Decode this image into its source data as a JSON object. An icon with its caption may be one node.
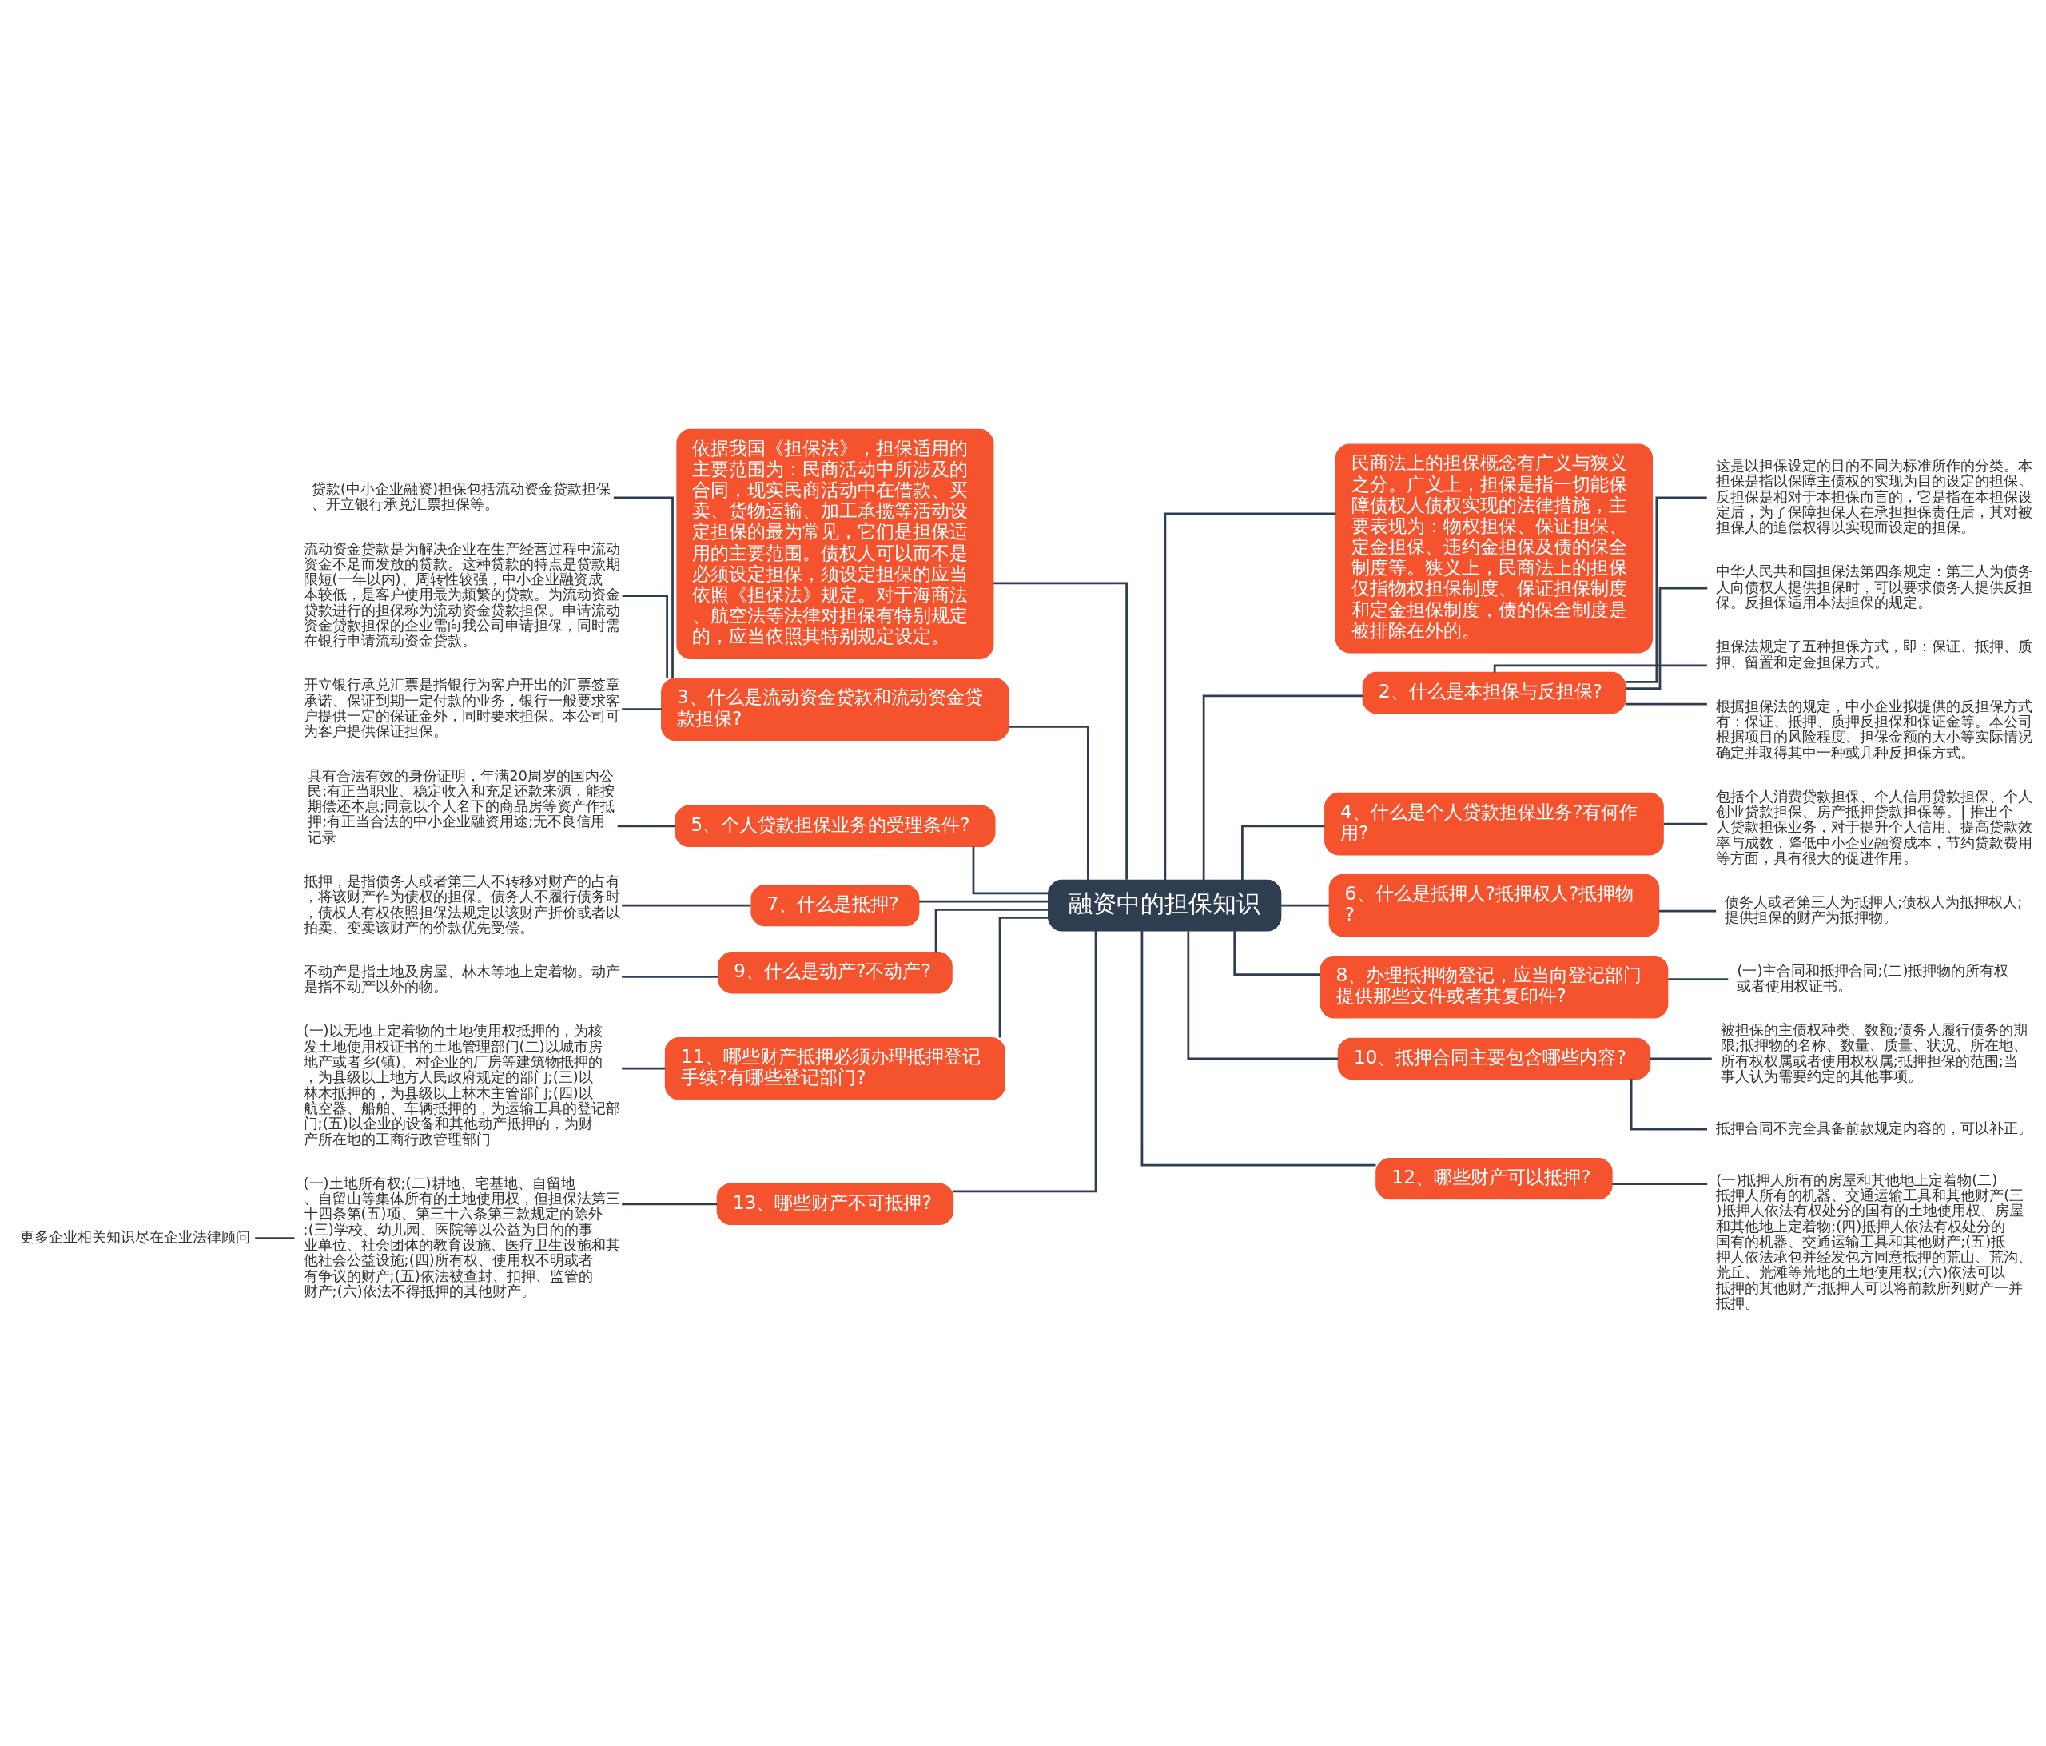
{
  "diagram": {
    "nodes": [
      {
        "text": [
          "融资中的担保知识"
        ]
      },
      {
        "text": [
          "民商法上的担保概念有广义与狭义之分。广义上，担保是指一切能保障债权人债权实现的法律措施，主要表现为：物权担保、保证担保、定金担保、违约金担保及债的保全制度等。狭义上，民商法上的担保仅指物权担保制度、保证担保制度和定金担保制度，债的保全制度是被排除在外的。"
        ]
      },
      {
        "text": [
          "2、什么是本担保与反担保?"
        ]
      },
      {
        "text": [
          "这是以担保设定的目的不同为标准所作的分类。本担保是指以保障主债权的实现为目的设定的担保。反担保是相对于本担保而言的，它是指在本担保设定后，为了保障担保人在承担担保责任后，其对被担保人的追偿权得以实现而设定的担保。"
        ]
      },
      {
        "text": [
          "中华人民共和国担保法第四条规定：第三人为债务人向债权人提供担保时，可以要求债务人提供反担保。反担保适用本法担保的规定。"
        ]
      },
      {
        "text": [
          "担保法规定了五种担保方式，即：保证、抵押、质押、留置和定金担保方式。"
        ]
      },
      {
        "text": [
          "根据担保法的规定，中小企业拟提供的反担保方式有：保证、抵押、质押反担保和保证金等。本公司根据项目的风险程度、担保金额的大小等实际情况确定并取得其中一种或几种反担保方式。"
        ]
      },
      {
        "text": [
          "4、什么是个人贷款担保业务?有何作用?"
        ]
      },
      {
        "text": [
          "包括个人消费贷款担保、个人信用贷款担保、个人创业贷款担保、房产抵押贷款担保等。| 推出个人贷款担保业务，对于提升个人信用、提高贷款效率与成数，降低中小企业融资成本，节约贷款费用等方面，具有很大的促进作用。"
        ]
      },
      {
        "text": [
          "6、什么是抵押人?抵押权人?抵押物?"
        ]
      },
      {
        "text": [
          "债务人或者第三人为抵押人;债权人为抵押权人;提供担保的财产为抵押物。"
        ]
      },
      {
        "text": [
          "8、办理抵押物登记，应当向登记部门提供那些文件或者其复印件?"
        ]
      },
      {
        "text": [
          "(一)主合同和抵押合同;(二)抵押物的所有权或者使用权证书。"
        ]
      },
      {
        "text": [
          "10、抵押合同主要包含哪些内容?"
        ]
      },
      {
        "text": [
          "被担保的主债权种类、数额;债务人履行债务的期限;抵押物的名称、数量、质量、状况、所在地、所有权权属或者使用权权属;抵押担保的范围;当事人认为需要约定的其他事项。"
        ]
      },
      {
        "text": [
          "抵押合同不完全具备前款规定内容的，可以补正。"
        ]
      },
      {
        "text": [
          "12、哪些财产可以抵押?"
        ]
      },
      {
        "text": [
          "(一)抵押人所有的房屋和其他地上定着物(二)抵押人所有的机器、交通运输工具和其他财产(三)抵押人依法有权处分的国有的土地使用权、房屋和其他地上定着物;(四)抵押人依法有权处分的国有的机器、交通运输工具和其他财产;(五)抵押人依法承包并经发包方同意抵押的荒山、荒沟、荒丘、荒滩等荒地的土地使用权;(六)依法可以抵押的其他财产;抵押人可以将前款所列财产一并抵押。"
        ]
      },
      {
        "text": [
          "依据我国《担保法》，担保适用的主要范围为：民商活动中所涉及的合同，现实民商活动中在借款、买卖、货物运输、加工承揽等活动设定担保的最为常见，它们是担保适用的主要范围。债权人可以而不是必须设定担保，须设定担保的应当依照《担保法》规定。对于海商法、航空法等法律对担保有特别规定的，应当依照其特别规定设定。"
        ]
      },
      {
        "text": [
          "3、什么是流动资金贷款和流动资金贷款担保?"
        ]
      },
      {
        "text": [
          "贷款(中小企业融资)担保包括流动资金贷款担保、开立银行承兑汇票担保等。"
        ]
      },
      {
        "text": [
          "流动资金贷款是为解决企业在生产经营过程中流动资金不足而发放的贷款。这种贷款的特点是贷款期限短(一年以内)、周转性较强，中小企业融资成本较低，是客户使用最为频繁的贷款。为流动资金贷款进行的担保称为流动资金贷款担保。申请流动资金贷款担保的企业需向我公司申请担保，同时需在银行申请流动资金贷款。"
        ]
      },
      {
        "text": [
          "开立银行承兑汇票是指银行为客户开出的汇票签章承诺、保证到期一定付款的业务，银行一般要求客户提供一定的保证金外，同时要求担保。本公司可为客户提供保证担保。"
        ]
      },
      {
        "text": [
          "5、个人贷款担保业务的受理条件?"
        ]
      },
      {
        "text": [
          "具有合法有效的身份证明，年满20周岁的国内公民;有正当职业、稳定收入和充足还款来源，能按期偿还本息;同意以个人名下的商品房等资产作抵押;有正当合法的中小企业融资用途;无不良信用记录"
        ]
      },
      {
        "text": [
          "7、什么是抵押?"
        ]
      },
      {
        "text": [
          "抵押，是指债务人或者第三人不转移对财产的占有，将该财产作为债权的担保。债务人不履行债务时，债权人有权依照担保法规定以该财产折价或者以拍卖、变卖该财产的价款优先受偿。"
        ]
      },
      {
        "text": [
          "9、什么是动产?不动产?"
        ]
      },
      {
        "text": [
          "不动产是指土地及房屋、林木等地上定着物。动产是指不动产以外的物。"
        ]
      },
      {
        "text": [
          "11、哪些财产抵押必须办理抵押登记手续?有哪些登记部门?"
        ]
      },
      {
        "text": [
          "(一)以无地上定着物的土地使用权抵押的，为核发土地使用权证书的土地管理部门(二)以城市房地产或者乡(镇)、村企业的厂房等建筑物抵押的，为县级以上地方人民政府规定的部门;(三)以林木抵押的，为县级以上林木主管部门;(四)以航空器、船舶、车辆抵押的，为运输工具的登记部门;(五)以企业的设备和其他动产抵押的，为财产所在地的工商行政管理部门"
        ]
      },
      {
        "text": [
          "13、哪些财产不可抵押?"
        ]
      },
      {
        "text": [
          "(一)土地所有权;(二)耕地、宅基地、自留地、自留山等集体所有的土地使用权，但担保法第三十四条第(五)项、第三十六条第三款规定的除外;(三)学校、幼儿园、医院等以公益为目的的事业单位、社会团体的教育设施、医疗卫生设施和其他社会公益设施;(四)所有权、使用权不明或者有争议的财产;(五)依法被查封、扣押、监管的财产;(六)依法不得抵押的其他财产。"
        ]
      },
      {
        "text": [
          "更多企业相关知识尽在企业法律顾问"
        ]
      }
    ],
    "edges": [
      {
        "from": 0,
        "to": 1,
        "arrow": "none"
      },
      {
        "from": 0,
        "to": 2,
        "arrow": "none"
      },
      {
        "from": 2,
        "to": 3,
        "arrow": "none"
      },
      {
        "from": 2,
        "to": 4,
        "arrow": "none"
      },
      {
        "from": 2,
        "to": 5,
        "arrow": "none"
      },
      {
        "from": 2,
        "to": 6,
        "arrow": "none"
      },
      {
        "from": 0,
        "to": 7,
        "arrow": "none"
      },
      {
        "from": 7,
        "to": 8,
        "arrow": "none"
      },
      {
        "from": 0,
        "to": 9,
        "arrow": "none"
      },
      {
        "from": 9,
        "to": 10,
        "arrow": "none"
      },
      {
        "from": 0,
        "to": 11,
        "arrow": "none"
      },
      {
        "from": 11,
        "to": 12,
        "arrow": "none"
      },
      {
        "from": 0,
        "to": 13,
        "arrow": "none"
      },
      {
        "from": 13,
        "to": 14,
        "arrow": "none"
      },
      {
        "from": 13,
        "to": 15,
        "arrow": "none"
      },
      {
        "from": 0,
        "to": 16,
        "arrow": "none"
      },
      {
        "from": 16,
        "to": 17,
        "arrow": "none"
      },
      {
        "from": 0,
        "to": 18,
        "arrow": "none"
      },
      {
        "from": 0,
        "to": 19,
        "arrow": "none"
      },
      {
        "from": 19,
        "to": 20,
        "arrow": "none"
      },
      {
        "from": 19,
        "to": 21,
        "arrow": "none"
      },
      {
        "from": 19,
        "to": 22,
        "arrow": "none"
      },
      {
        "from": 0,
        "to": 23,
        "arrow": "none"
      },
      {
        "from": 23,
        "to": 24,
        "arrow": "none"
      },
      {
        "from": 0,
        "to": 25,
        "arrow": "none"
      },
      {
        "from": 25,
        "to": 26,
        "arrow": "none"
      },
      {
        "from": 0,
        "to": 27,
        "arrow": "none"
      },
      {
        "from": 27,
        "to": 28,
        "arrow": "none"
      },
      {
        "from": 0,
        "to": 29,
        "arrow": "none"
      },
      {
        "from": 29,
        "to": 30,
        "arrow": "none"
      },
      {
        "from": 0,
        "to": 31,
        "arrow": "none"
      },
      {
        "from": 31,
        "to": 32,
        "arrow": "none"
      },
      {
        "from": 32,
        "to": 33,
        "arrow": "none"
      }
    ]
  }
}
